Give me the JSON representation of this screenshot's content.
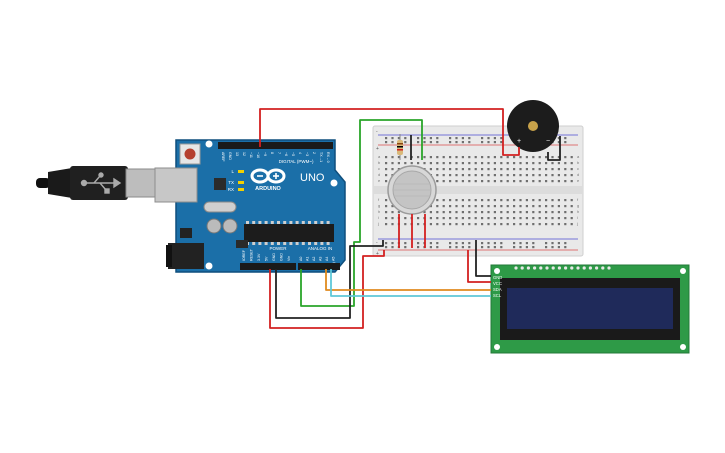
{
  "arduino": {
    "brand": "ARDUINO",
    "model": "UNO",
    "digital_label": "DIGITAL (PWM~)",
    "power_label": "POWER",
    "analog_label": "ANALOG IN",
    "led_labels": [
      "L",
      "TX",
      "RX"
    ],
    "digital_pins": [
      "AREF",
      "GND",
      "13",
      "12",
      "~11",
      "~10",
      "~9",
      "8",
      "7",
      "~6",
      "~5",
      "4",
      "~3",
      "2",
      "TX→1",
      "RX←0"
    ],
    "power_pins": [
      "IOREF",
      "RESET",
      "3.3V",
      "5V",
      "GND",
      "GND",
      "Vin"
    ],
    "analog_pins": [
      "A0",
      "A1",
      "A2",
      "A3",
      "A4",
      "A5"
    ]
  },
  "breadboard": {
    "rail_plus": "+",
    "rail_minus": "-",
    "row_letters_top": [
      "a",
      "b",
      "c",
      "d",
      "e"
    ],
    "row_letters_bottom": [
      "f",
      "g",
      "h",
      "i",
      "j"
    ]
  },
  "buzzer": {
    "plus": "+",
    "minus": "−"
  },
  "lcd": {
    "pins": [
      "GND",
      "VCC",
      "SDA",
      "SCL"
    ]
  },
  "colors": {
    "board": "#1b6fa8",
    "board_edge": "#0f4f7d",
    "wire_red": "#d32020",
    "wire_black": "#222222",
    "wire_green": "#2aa52a",
    "wire_orange": "#e08a1e",
    "wire_cyan": "#5ec8d8",
    "lcd_pcb": "#2e9a47",
    "lcd_screen": "#1f2a5a"
  }
}
